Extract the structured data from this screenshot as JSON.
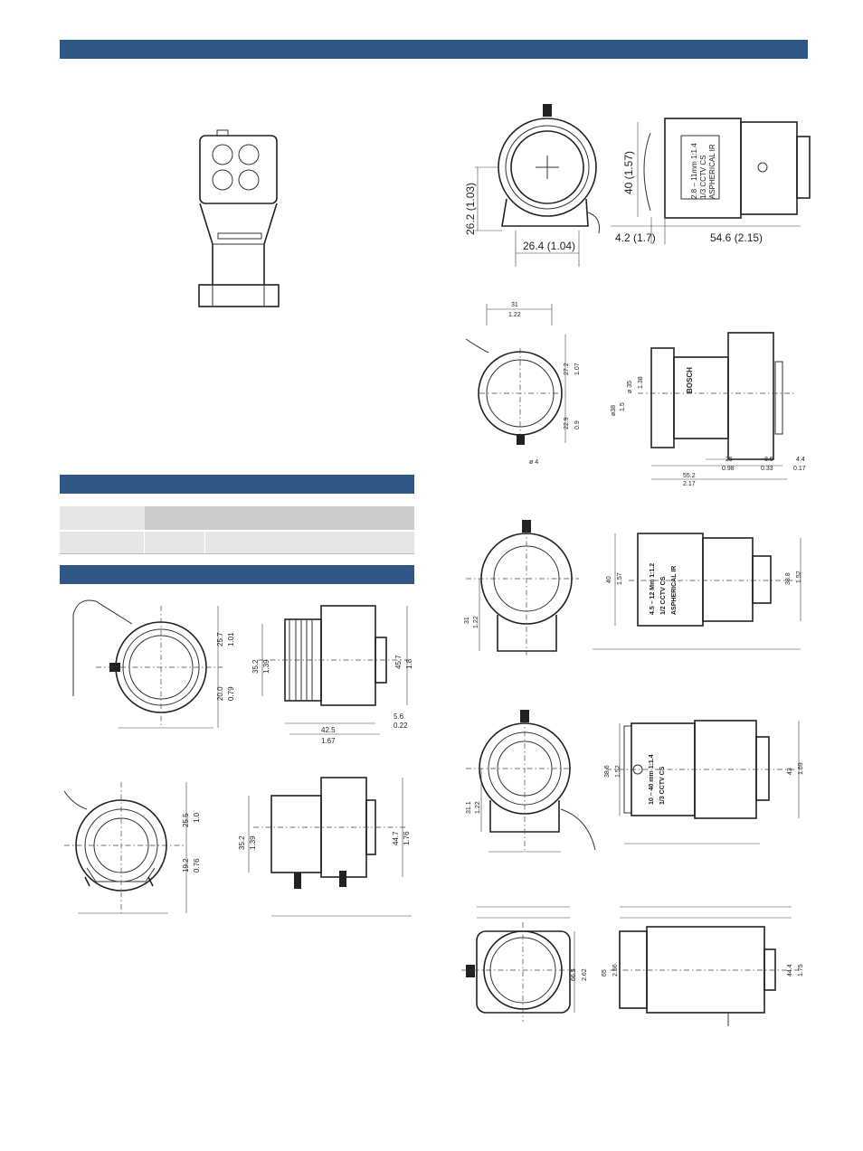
{
  "lenses": {
    "lens1": {
      "front": {
        "height_mm": "26.2 (1.03)",
        "width_mm": "26.4 (1.04)"
      },
      "side": {
        "height_mm": "40 (1.57)",
        "flange": "4.2 (1.7)",
        "length_mm": "54.6 (2.15)"
      },
      "label": [
        "2.8 – 11mm 1:1.4",
        "1/3 CCTV CS",
        "ASPHERICAL IR"
      ]
    },
    "lens2": {
      "front": {
        "width": "31",
        "width_in": "1.22",
        "upper": "27.2",
        "upper_in": "1.07",
        "lower": "22.9",
        "lower_in": "0.9",
        "screw": "ø 4"
      },
      "side": {
        "dia_outer": "ø38",
        "dia_outer_in": "1.5",
        "dia_inner": "ø 35",
        "dia_inner_in": "1.38",
        "d1": "25",
        "d1_in": "0.98",
        "d2": "8.5",
        "d2_in": "0.33",
        "d3": "4.4",
        "d3_in": "0.17",
        "total": "55.2",
        "total_in": "2.17"
      },
      "label": [
        "BOSCH"
      ]
    },
    "lens3": {
      "front": {
        "h": "31",
        "h_in": "1.22"
      },
      "side": {
        "h1": "40",
        "h1_in": "1.57",
        "h2": "38.8",
        "h2_in": "1.52"
      },
      "label": [
        "4.5 – 12 Mm 1:1.2",
        "1/2 CCTV CS",
        "ASPHERICAL IR"
      ]
    },
    "lens4": {
      "front": {
        "h": "31.1",
        "h_in": "1.22"
      },
      "side": {
        "h1": "38.6",
        "h1_in": "1.52",
        "h2": "43",
        "h2_in": "1.69"
      },
      "label": [
        "10 – 40 mm 1:1.4",
        "1/3 CCTV CS"
      ]
    },
    "lens5": {
      "front": {
        "h": "66.5",
        "h_in": "2.62"
      },
      "side": {
        "h1": "65",
        "h1_in": "2.56",
        "h2": "44.4",
        "h2_in": "1.75"
      }
    },
    "lens6": {
      "front": {
        "upper": "25.7",
        "upper_in": "1.01",
        "lower": "20.0",
        "lower_in": "0.79"
      },
      "side": {
        "h1": "35.2",
        "h1_in": "1.39",
        "h2": "45.7",
        "h2_in": "1.8",
        "f": "5.6",
        "f_in": "0.22",
        "len": "42.5",
        "len_in": "1.67"
      }
    },
    "lens7": {
      "front": {
        "upper": "25.5",
        "upper_in": "1.0",
        "lower": "19.2",
        "lower_in": "0.76"
      },
      "side": {
        "h1": "35.2",
        "h1_in": "1.39",
        "h2": "44.7",
        "h2_in": "1.76"
      }
    }
  },
  "colors": {
    "section_bar": "#2f5785",
    "table_header": "#cccccc",
    "table_row": "#e6e6e6"
  }
}
